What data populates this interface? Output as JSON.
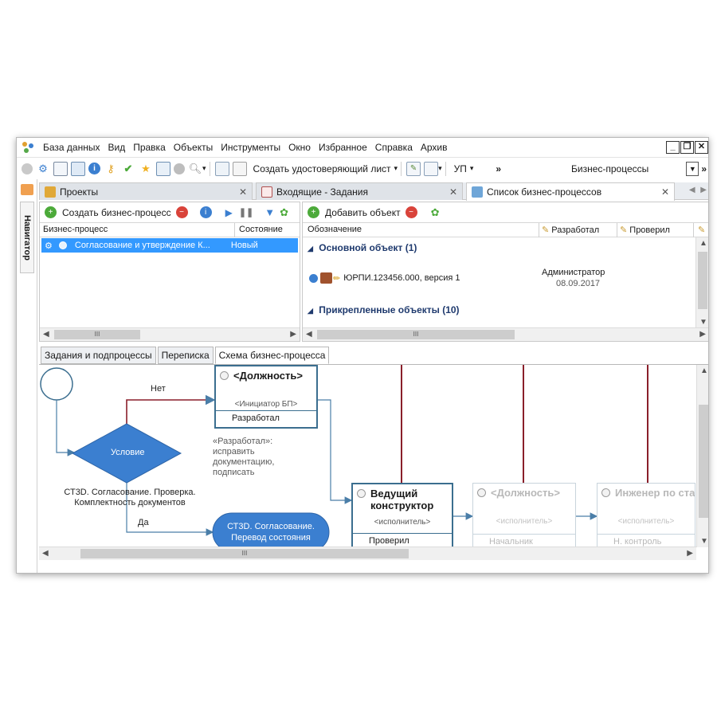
{
  "menubar": {
    "items": [
      "База данных",
      "Вид",
      "Правка",
      "Объекты",
      "Инструменты",
      "Окно",
      "Избранное",
      "Справка",
      "Архив"
    ]
  },
  "toolbar": {
    "create_sheet_label": "Создать удостоверяющий лист",
    "up_label": "УП",
    "process_select_value": "Бизнес-процессы"
  },
  "navigator": {
    "label": "Навигатор"
  },
  "tabs": [
    {
      "label": "Проекты"
    },
    {
      "label": "Входящие - Задания"
    },
    {
      "label": "Список бизнес-процессов"
    }
  ],
  "left_panel": {
    "create_button": "Создать бизнес-процесс",
    "columns": [
      "Бизнес-процесс",
      "Состояние"
    ],
    "rows": [
      {
        "name": "Согласование и утверждение К...",
        "state": "Новый"
      }
    ]
  },
  "right_panel": {
    "add_button": "Добавить объект",
    "columns": [
      "Обозначение",
      "Разработал",
      "Проверил"
    ],
    "main_group": "Основной объект (1)",
    "main_item": {
      "designation": "ЮРПИ.123456.000, версия 1",
      "developer": "Администратор",
      "date": "08.09.2017"
    },
    "attached_group": "Прикрепленные объекты (10)"
  },
  "bottom_tabs": [
    "Задания и подпроцессы",
    "Переписка",
    "Схема бизнес-процесса"
  ],
  "diagram": {
    "condition_label": "Условие",
    "no_label": "Нет",
    "yes_label": "Да",
    "check_label": "СТ3D. Согласование. Проверка. Комплектность документов",
    "approve_label": "СТ3D. Согласование. Перевод состояния",
    "note": "«Разработал»: исправить документацию, подписать",
    "lanes": [
      {
        "title": "<Должность>",
        "role": "<Инициатор БП>",
        "foot": "Разработал",
        "faded": false
      },
      {
        "title": "Ведущий конструктор",
        "role": "<исполнитель>",
        "foot": "Проверил",
        "faded": false
      },
      {
        "title": "<Должность>",
        "role": "<исполнитель>",
        "foot": "Начальник отдела",
        "faded": true
      },
      {
        "title": "Инженер по стандартизации",
        "role": "<исполнитель>",
        "foot": "Н. контроль",
        "faded": true
      }
    ]
  },
  "colors": {
    "selection": "#3399ff",
    "diagram_blue": "#3b7fd0",
    "lane_border": "#3b6e8f",
    "lifeline": "#8a1f2a"
  }
}
